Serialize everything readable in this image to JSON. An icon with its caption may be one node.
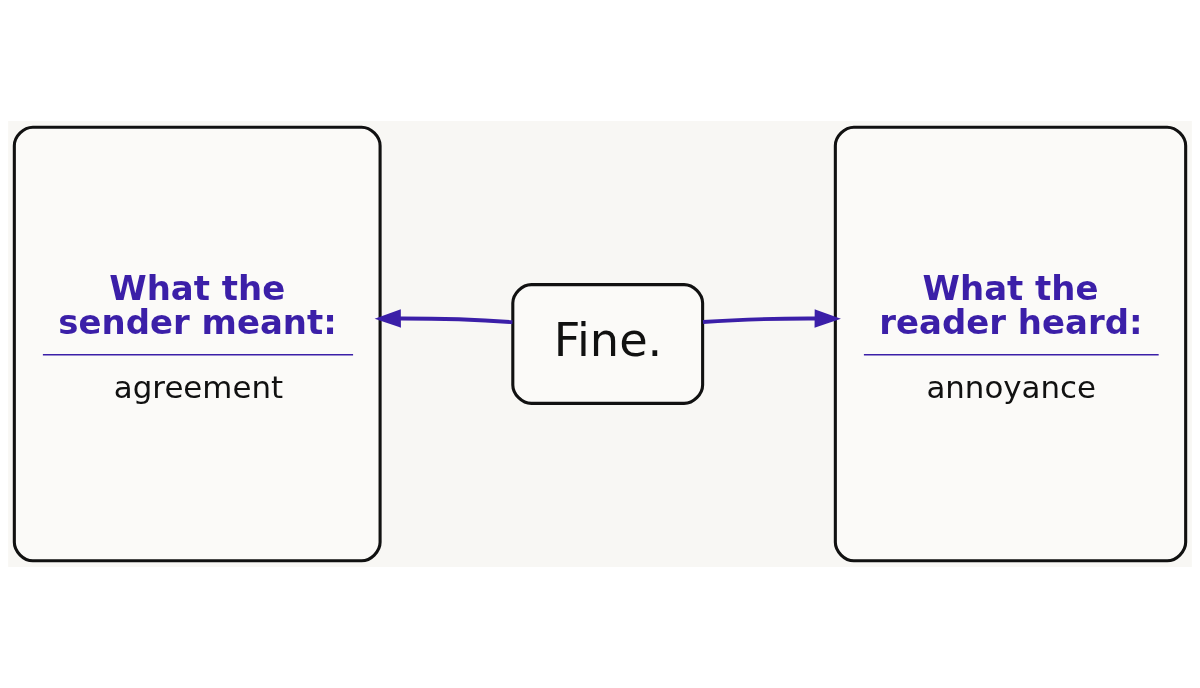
{
  "diagram": {
    "nodes": [
      {
        "text": [
          "What the sender meant:",
          "agreement"
        ]
      },
      {
        "text": [
          "Fine."
        ]
      },
      {
        "text": [
          "What the reader heard:",
          "annoyance"
        ]
      }
    ],
    "edges": [
      {
        "from": 1,
        "to": 0,
        "arrow": "to"
      },
      {
        "from": 1,
        "to": 2,
        "arrow": "to"
      }
    ]
  }
}
